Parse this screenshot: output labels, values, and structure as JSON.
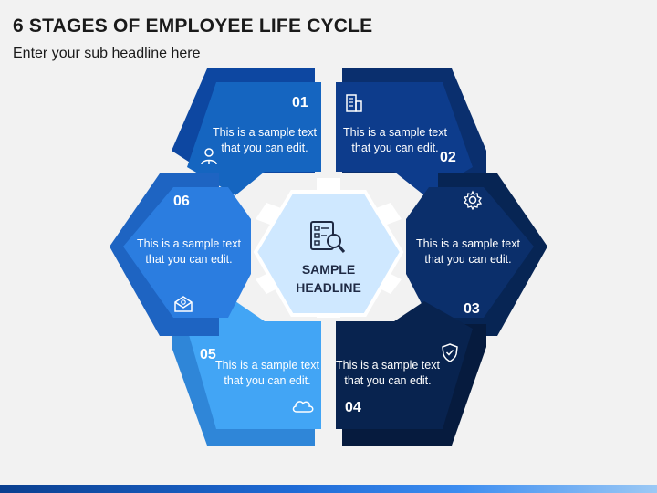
{
  "title": "6 STAGES OF EMPLOYEE LIFE CYCLE",
  "subtitle": "Enter your sub headline here",
  "center": {
    "line1": "SAMPLE",
    "line2": "HEADLINE",
    "icon": "report-search-icon"
  },
  "stages": [
    {
      "number": "01",
      "text": "This is a sample text that you can edit.",
      "icon": "employee-icon",
      "color": "#1565c0",
      "back_color": "#0d47a1"
    },
    {
      "number": "02",
      "text": "This is a sample text that you can edit.",
      "icon": "building-icon",
      "color": "#0d3c8c",
      "back_color": "#0a2f6e"
    },
    {
      "number": "03",
      "text": "This is a sample text that you can edit.",
      "icon": "gear-icon",
      "color": "#0b2f6b",
      "back_color": "#072554"
    },
    {
      "number": "04",
      "text": "This is a sample text that you can edit.",
      "icon": "shield-icon",
      "color": "#08234f",
      "back_color": "#061b3e"
    },
    {
      "number": "05",
      "text": "This is a sample text that you can edit.",
      "icon": "cloud-icon",
      "color": "#42a5f5",
      "back_color": "#2f86d8"
    },
    {
      "number": "06",
      "text": "This is a sample text that you can edit.",
      "icon": "envelope-icon",
      "color": "#2b7de0",
      "back_color": "#1e64c2"
    }
  ],
  "colors": {
    "center_fill": "#cfe8ff",
    "background": "#f2f2f2"
  }
}
